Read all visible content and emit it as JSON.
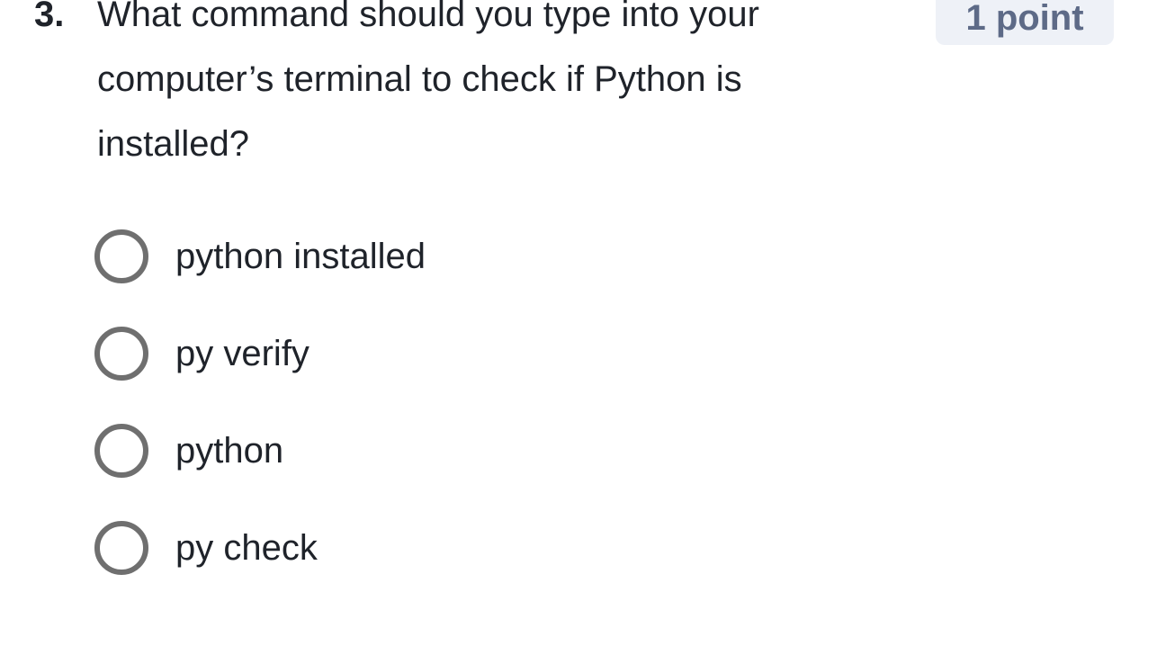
{
  "question": {
    "number": "3.",
    "text": "What command should you type into your computer’s terminal to check if Python is installed?",
    "points_badge": "1 point"
  },
  "options": [
    {
      "label": "python installed",
      "selected": false
    },
    {
      "label": "py verify",
      "selected": false
    },
    {
      "label": "python",
      "selected": false
    },
    {
      "label": "py check",
      "selected": false
    }
  ],
  "colors": {
    "badge_background": "#eef1f7",
    "badge_text": "#5d6a87",
    "radio_border": "#6f6f6f",
    "question_text": "#1f232a",
    "page_background": "#ffffff"
  }
}
